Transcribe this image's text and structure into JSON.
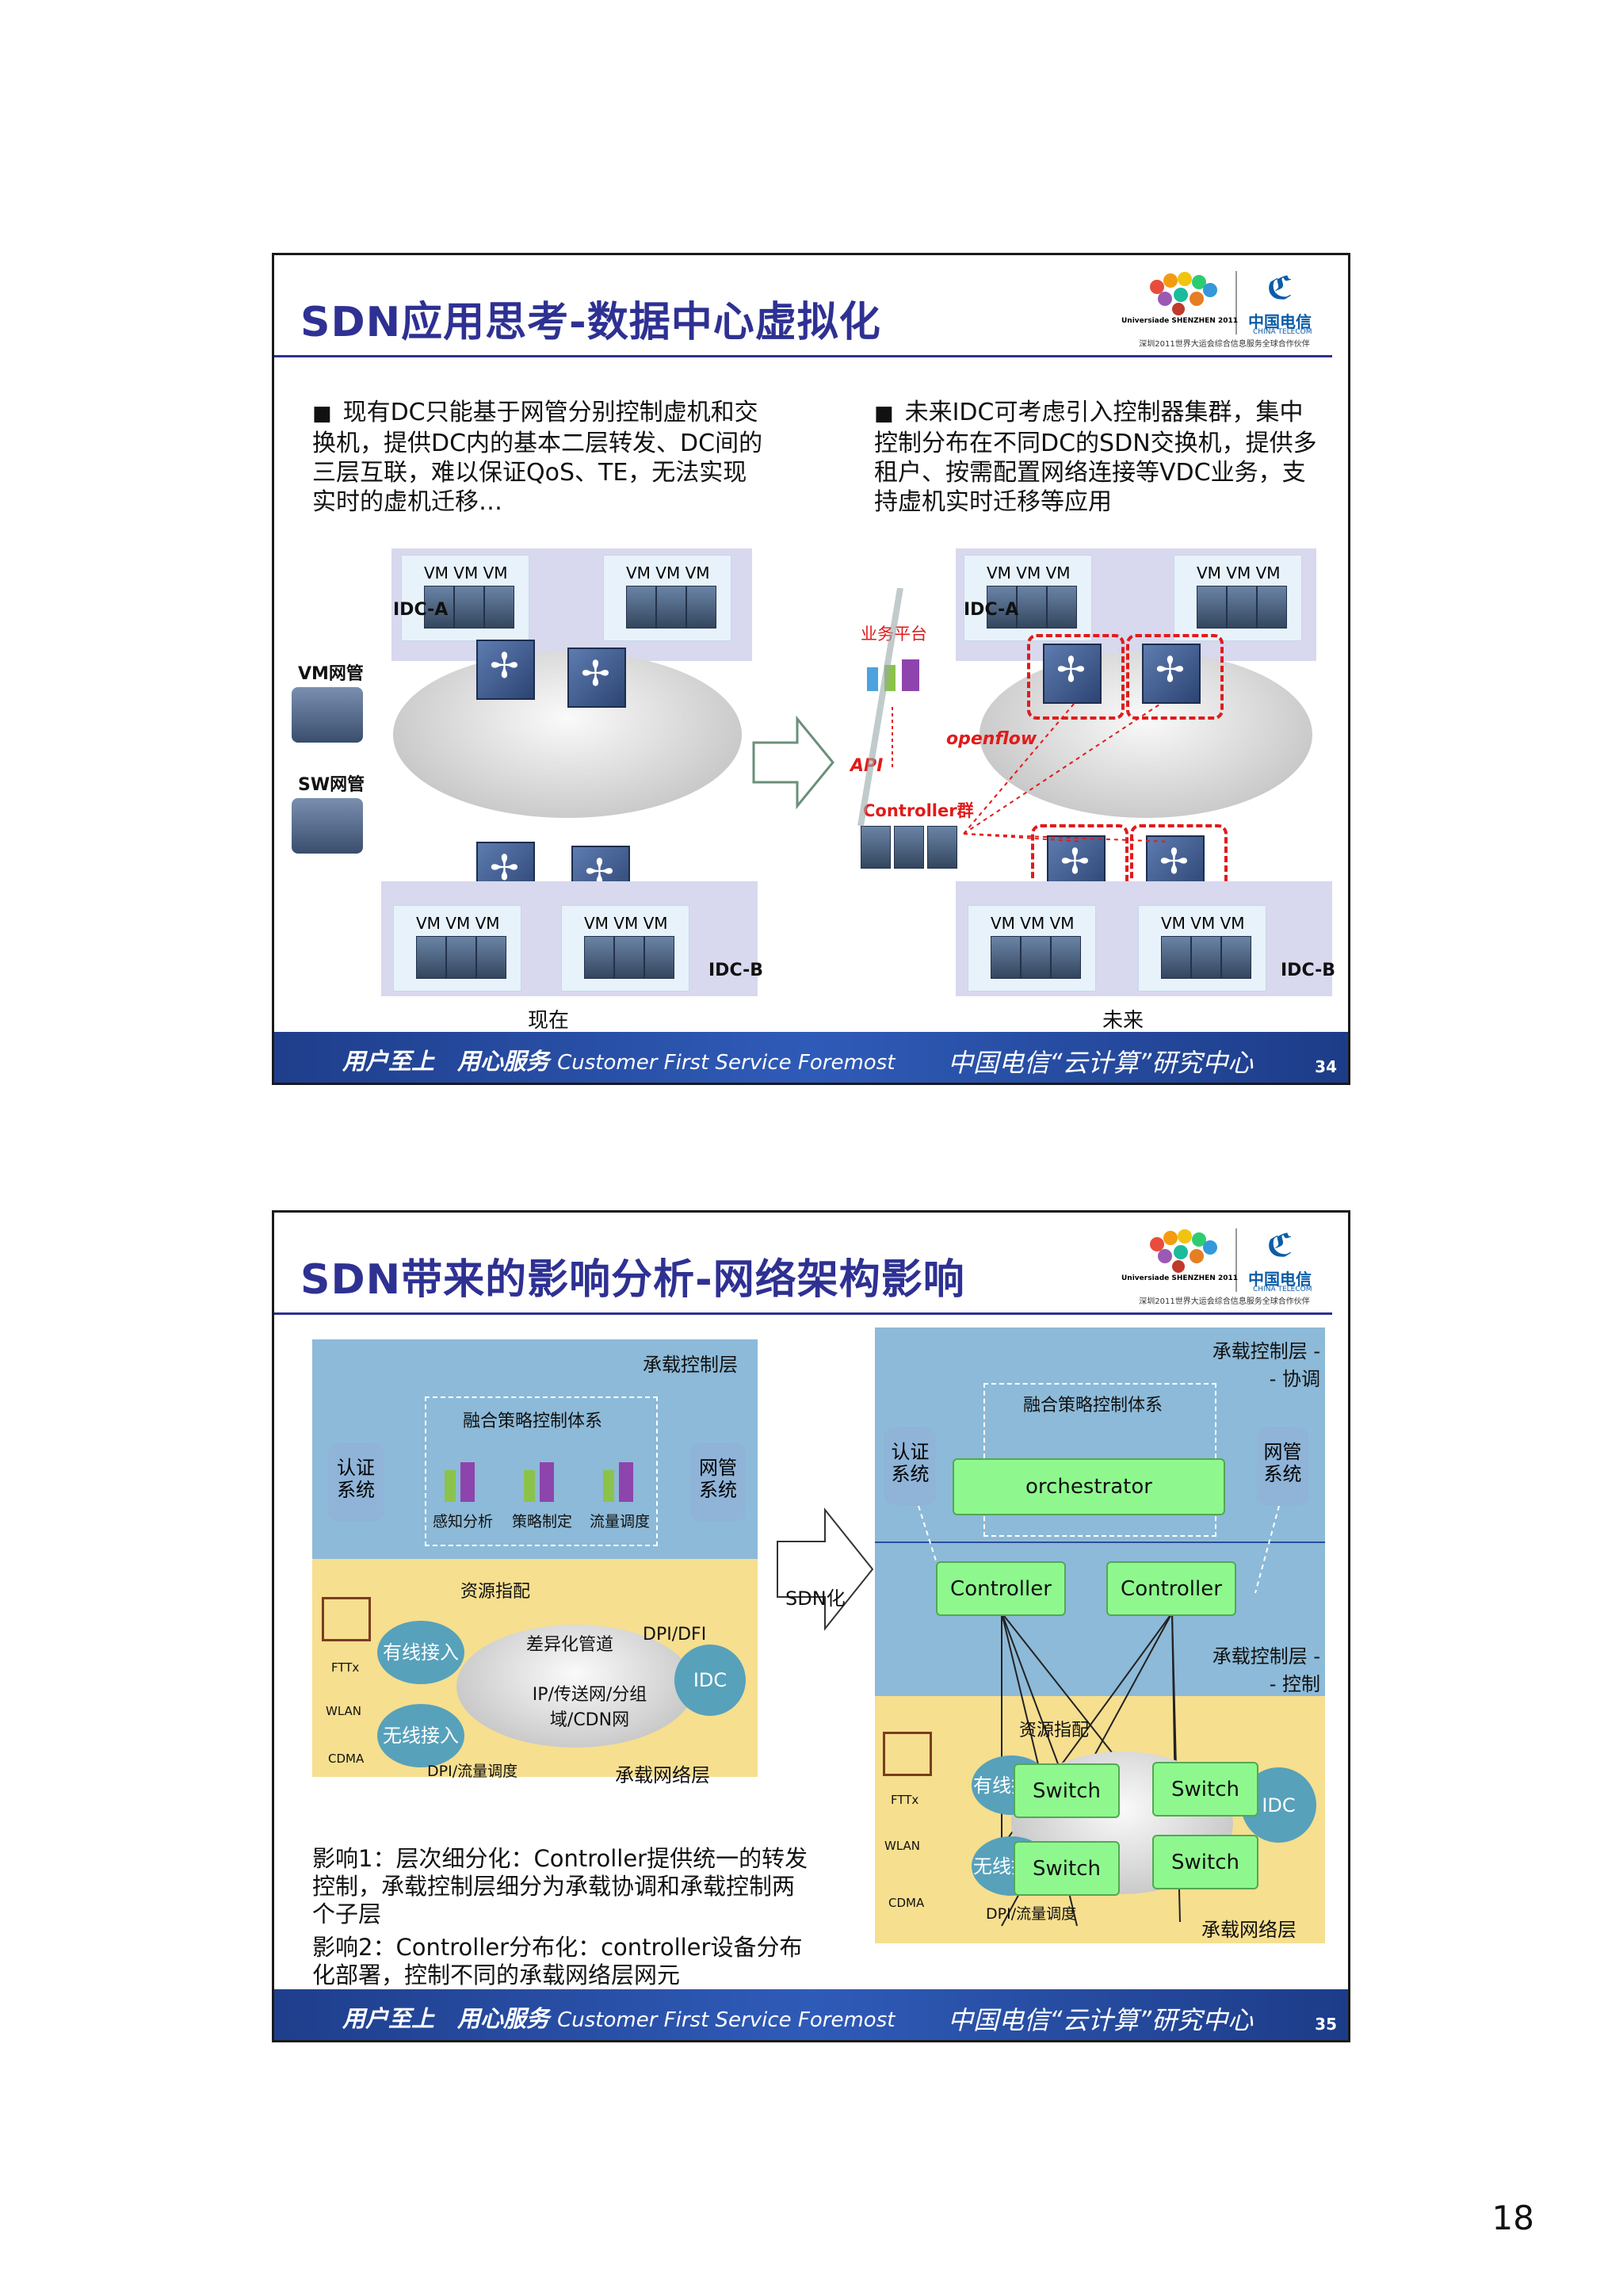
{
  "page_number": "18",
  "footer": {
    "slogan_cn": "用户至上　用心服务",
    "slogan_en": "Customer First Service Foremost",
    "center": "中国电信“云计算”研究中心"
  },
  "logo": {
    "universiade": "Universiade SHENZHEN 2011",
    "brand_cn": "中国电信",
    "brand_en": "CHINA TELECOM",
    "partner": "深圳2011世界大运会综合信息服务全球合作伙伴"
  },
  "slide34": {
    "number": "34",
    "title": "SDN应用思考-数据中心虚拟化",
    "bullet_left": "现有DC只能基于网管分别控制虚机和交换机，提供DC内的基本二层转发、DC间的三层互联，难以保证QoS、TE，无法实现实时的虚机迁移…",
    "bullet_right": "未来IDC可考虑引入控制器集群，集中控制分布在不同DC的SDN交换机，提供多租户、按需配置网络连接等VDC业务，支持虚机实时迁移等应用",
    "vm_label": "VM VM VM",
    "idc_a": "IDC-A",
    "idc_b": "IDC-B",
    "vm_mgmt": "VM网管",
    "sw_mgmt": "SW网管",
    "biz_platform": "业务平台",
    "openflow": "openflow",
    "api": "API",
    "controller_group": "Controller群",
    "now": "现在",
    "future": "未来"
  },
  "slide35": {
    "number": "35",
    "title": "SDN带来的影响分析-网络架构影响",
    "left": {
      "control_layer": "承载控制层",
      "policy_system": "融合策略控制体系",
      "auth_system": "认证系统",
      "nms": "网管系统",
      "perception": "感知分析",
      "policy_making": "策略制定",
      "traffic_sched": "流量调度",
      "resource_ind": "资源指配",
      "wired_access": "有线接入",
      "wireless_access": "无线接入",
      "diff_pipe": "差异化管道",
      "dpi_dfi": "DPI/DFI",
      "idc": "IDC",
      "ip_net": "IP/传送网/分组域/CDN网",
      "dpi_traffic": "DPI/流量调度",
      "network_layer": "承载网络层",
      "fttx": "FTTx",
      "wlan": "WLAN",
      "cdma": "CDMA"
    },
    "arrow": "SDN化",
    "right": {
      "control_coord": "承载控制层 - - 协调",
      "control_ctrl": "承载控制层 - - 控制",
      "policy_system": "融合策略控制体系",
      "auth_system": "认证系统",
      "nms": "网管系统",
      "orchestrator": "orchestrator",
      "controller": "Controller",
      "switch": "Switch",
      "resource_ind": "资源指配",
      "wired_access": "有线接入",
      "wireless_access": "无线接入",
      "idc": "IDC",
      "network_layer": "承载网络层",
      "dpi_traffic": "DPI/流量调度",
      "fttx": "FTTx",
      "wlan": "WLAN",
      "cdma": "CDMA"
    },
    "impact1": "影响1：层次细分化：Controller提供统一的转发控制，承载控制层细分为承载协调和承载控制两个子层",
    "impact2": "影响2：Controller分布化：controller设备分布化部署，控制不同的承载网络层网元"
  }
}
